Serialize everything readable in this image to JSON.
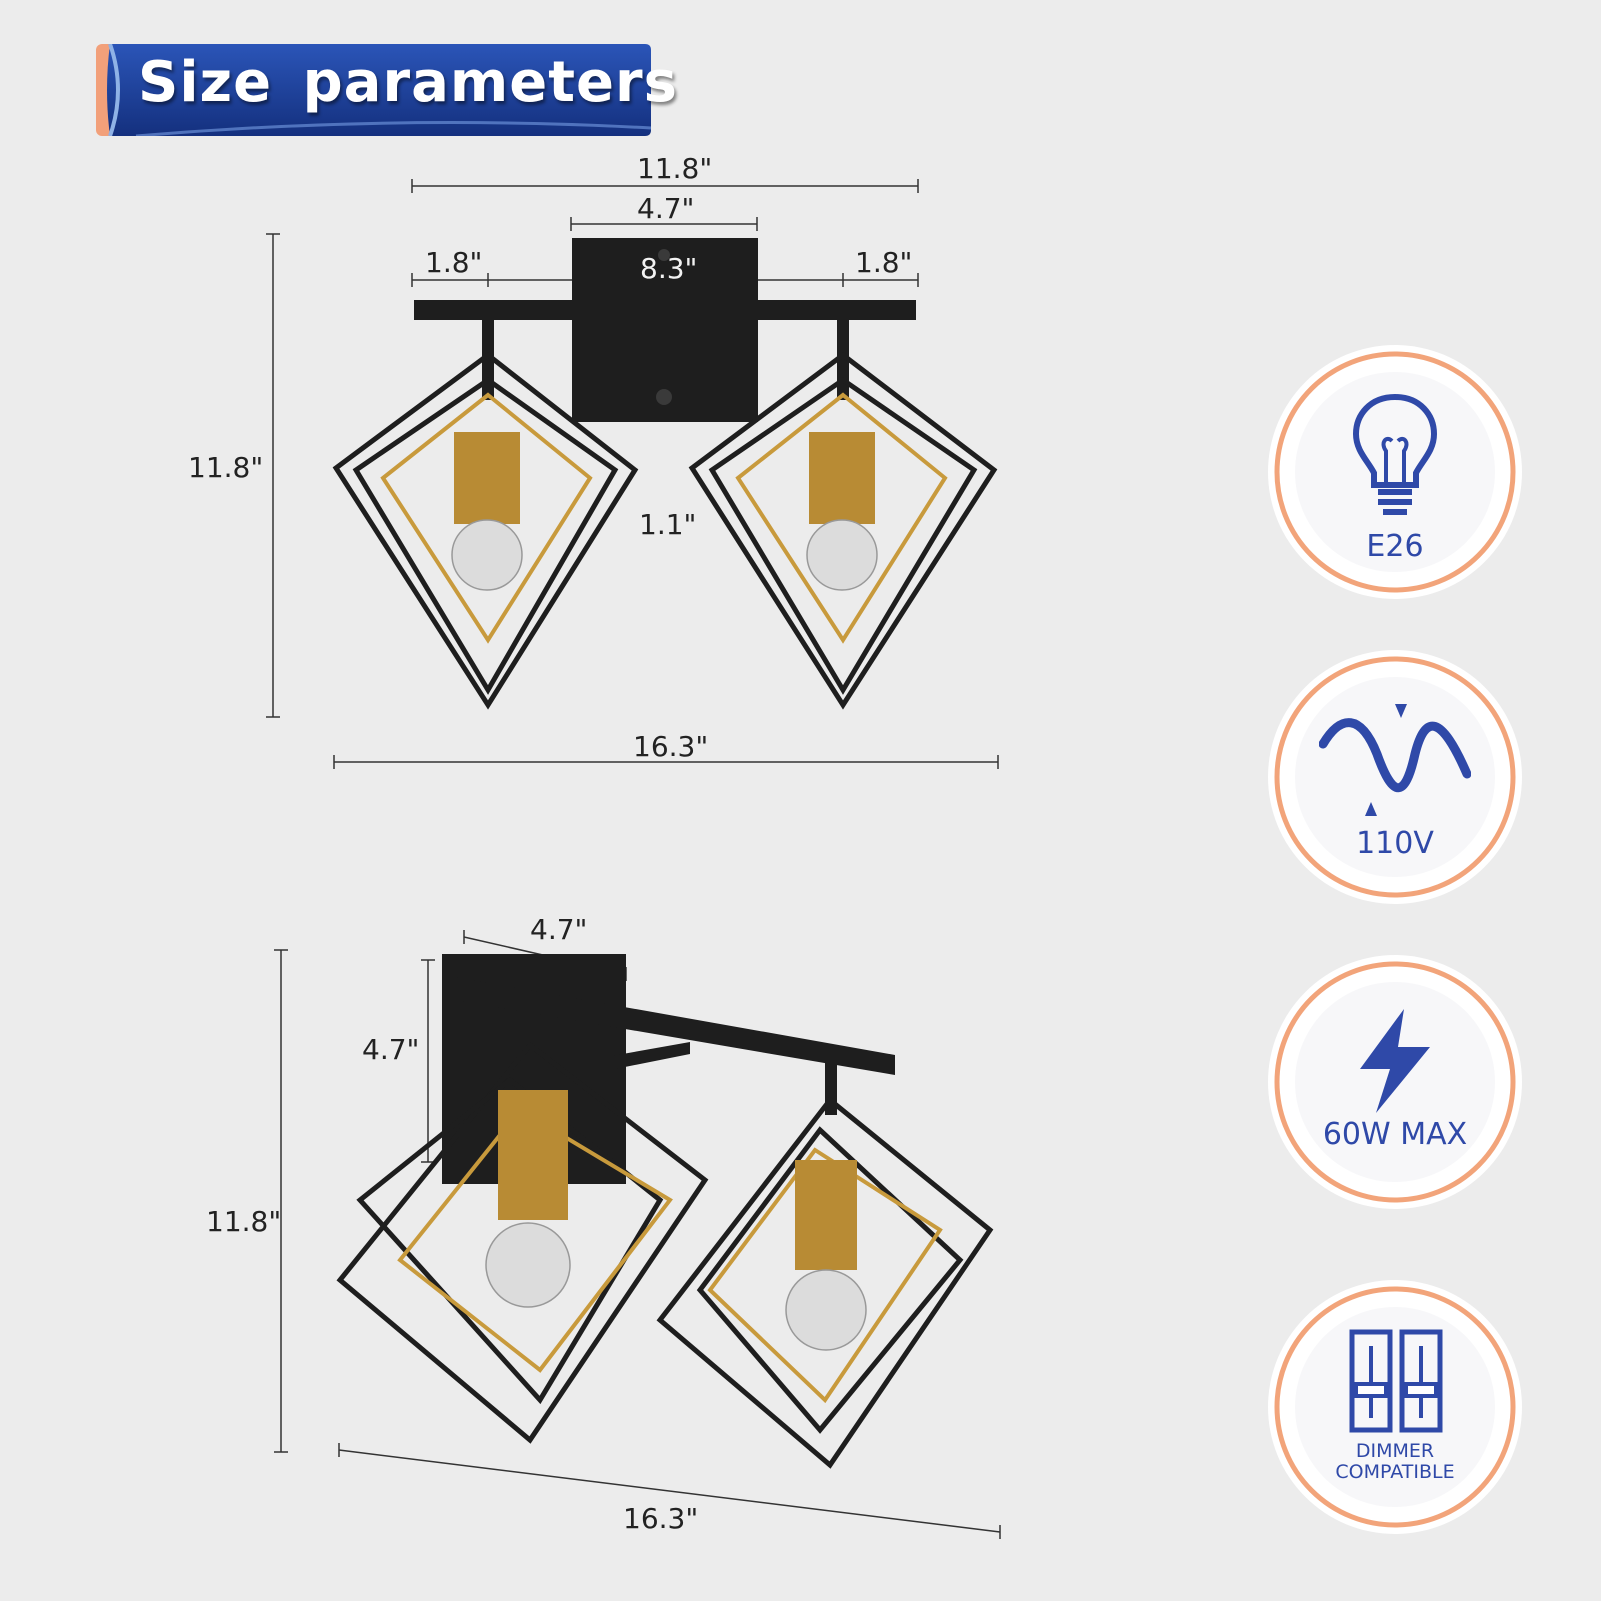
{
  "header": {
    "title": "Size parameters"
  },
  "front_view": {
    "overall_width": "11.8\"",
    "plate_width": "4.7\"",
    "left_arm": "1.8\"",
    "center_span": "8.3\"",
    "right_arm": "1.8\"",
    "height": "11.8\"",
    "gap": "1.1\"",
    "total_width": "16.3\""
  },
  "side_view": {
    "plate_depth": "4.7\"",
    "plate_height": "4.7\"",
    "height": "11.8\"",
    "total_width": "16.3\""
  },
  "badges": [
    {
      "icon": "bulb-icon",
      "label": "E26"
    },
    {
      "icon": "wave-icon",
      "label": "110V"
    },
    {
      "icon": "lightning-icon",
      "label": "60W MAX"
    },
    {
      "icon": "dimmer-icon",
      "label_line1": "DIMMER",
      "label_line2": "COMPATIBLE"
    }
  ],
  "colors": {
    "accent_blue": "#2f49a8",
    "badge_ring": "#f2a47a",
    "brass": "#c89a3c",
    "frame": "#1e1e1e"
  }
}
